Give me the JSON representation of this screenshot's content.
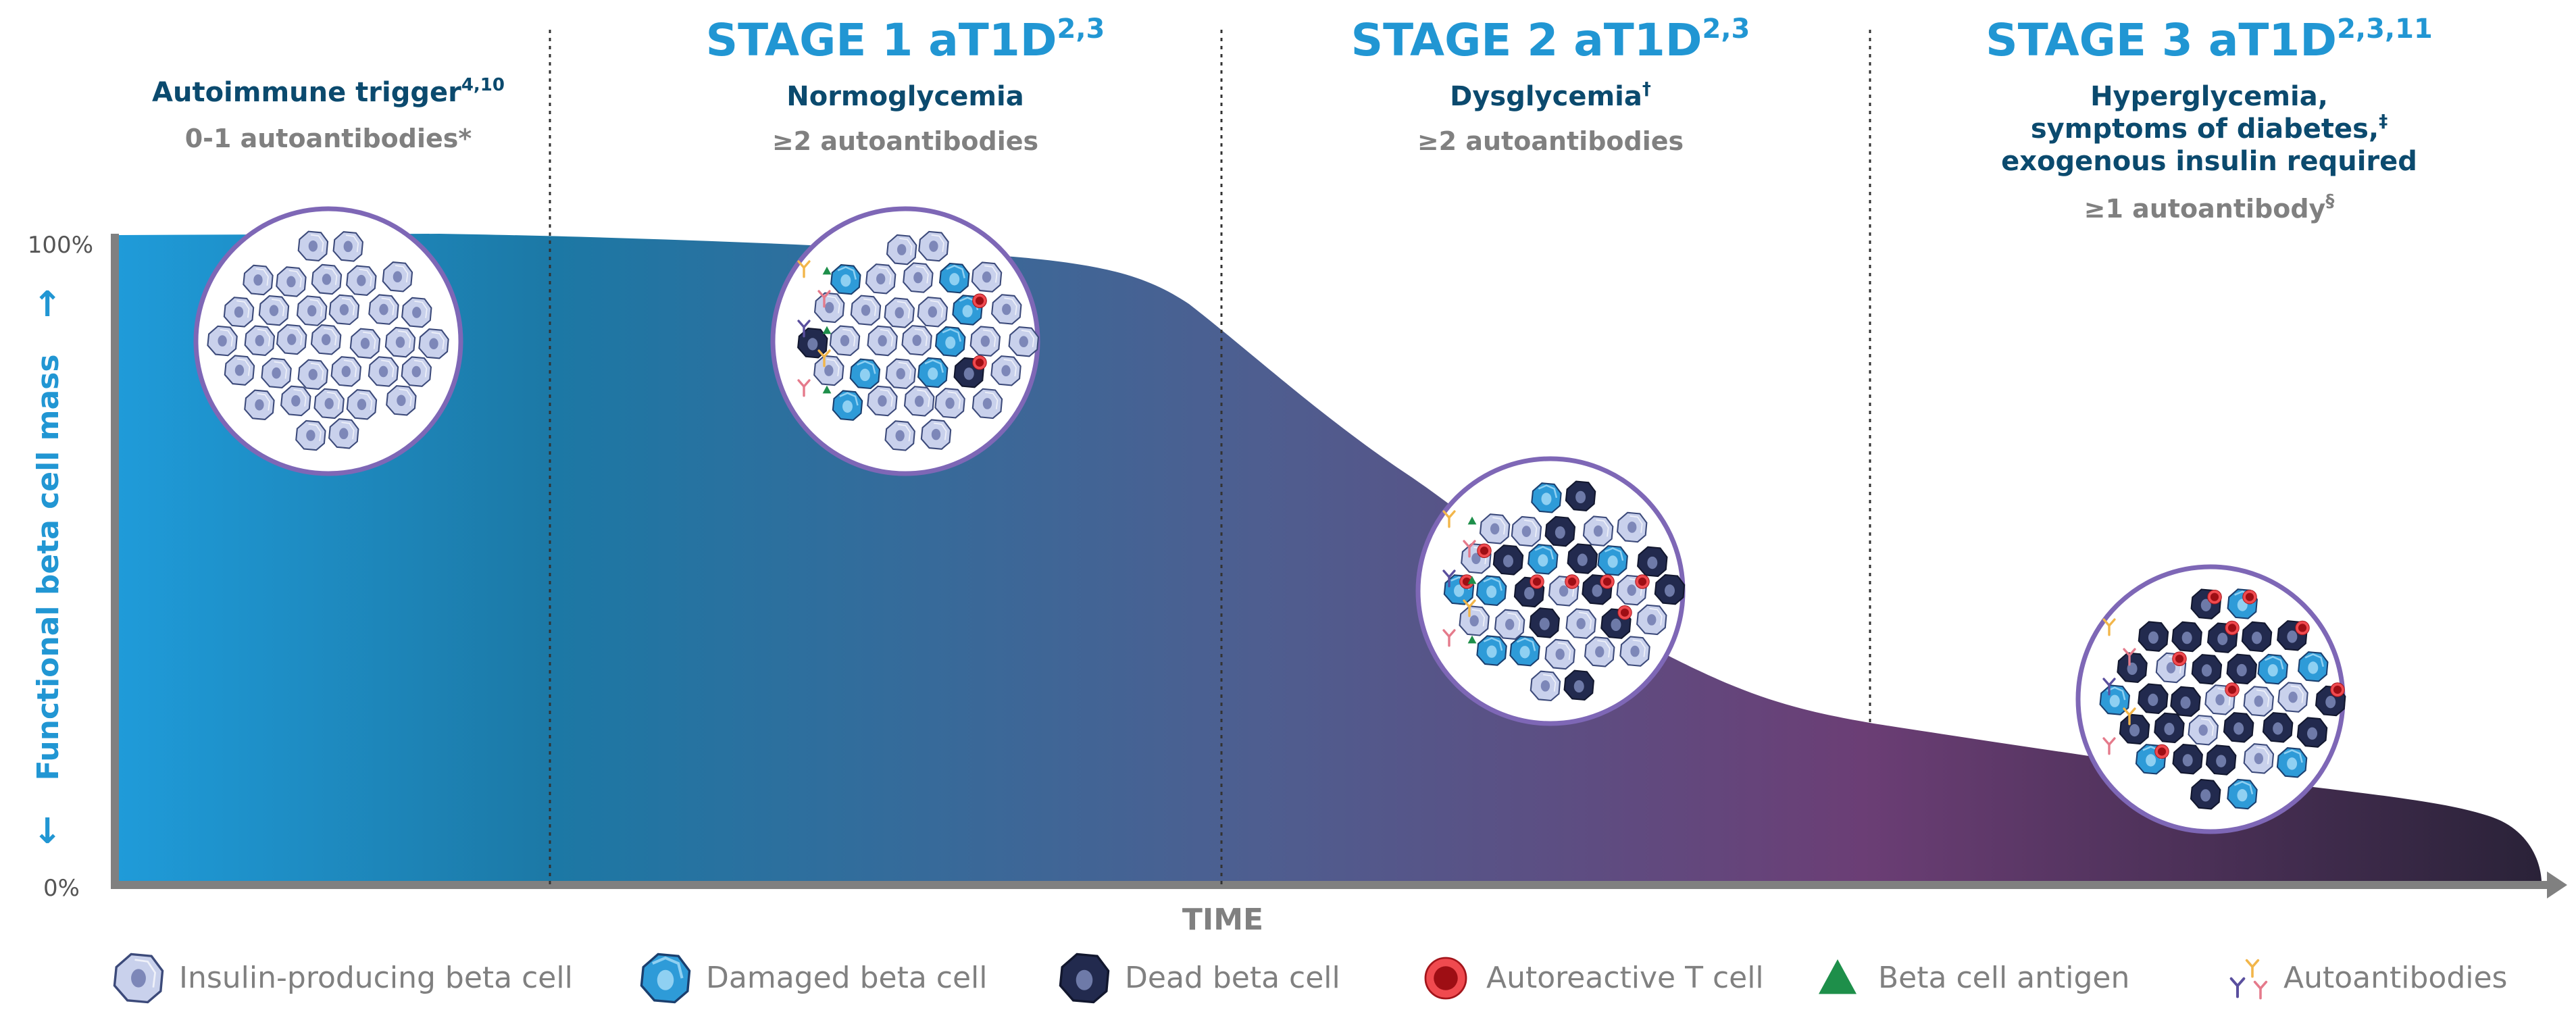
{
  "colors": {
    "stage_title": "#2196D3",
    "dark_text": "#0B4A6E",
    "grey_text": "#808080",
    "arrow_blue": "#2196D3",
    "axis_grey": "#808080",
    "gradient_start": "#1F9BD9",
    "gradient_mid1": "#1C78A5",
    "gradient_mid2": "#6B3E75",
    "gradient_end": "#2A2238",
    "circle_stroke": "#7E67B6",
    "healthy_cell": "#C9D1EC",
    "damaged_cell": "#2E9BD8",
    "dead_cell": "#222A4E",
    "t_cell": "#E0242A",
    "antigen": "#1E8F4A"
  },
  "header": {
    "trigger": {
      "title": "Autoimmune trigger",
      "sup": "4,10",
      "sub": "0-1 autoantibodies*"
    },
    "stage1": {
      "title": "STAGE 1 aT1D",
      "sup": "2,3",
      "line1": "Normoglycemia",
      "sub": "≥2 autoantibodies"
    },
    "stage2": {
      "title": "STAGE 2 aT1D",
      "sup": "2,3",
      "line1": "Dysglycemia",
      "line1_sup": "†",
      "sub": "≥2 autoantibodies"
    },
    "stage3": {
      "title": "STAGE 3 aT1D",
      "sup": "2,3,11",
      "line1": "Hyperglycemia,",
      "line2": "symptoms of diabetes,",
      "line2_sup": "‡",
      "line3": "exogenous insulin required",
      "sub": "≥1 autoantibody",
      "sub_sup": "§"
    }
  },
  "axis": {
    "y_label": "Functional beta cell mass",
    "y_top": "100%",
    "y_bottom": "0%",
    "x_label": "TIME",
    "up_arrow": "↑",
    "down_arrow": "↓"
  },
  "legend": [
    {
      "label": "Insulin-producing beta cell",
      "icon": "healthy-beta-cell-icon"
    },
    {
      "label": "Damaged beta cell",
      "icon": "damaged-beta-cell-icon"
    },
    {
      "label": "Dead beta cell",
      "icon": "dead-beta-cell-icon"
    },
    {
      "label": "Autoreactive T cell",
      "icon": "t-cell-icon"
    },
    {
      "label": "Beta cell antigen",
      "icon": "antigen-icon"
    },
    {
      "label": "Autoantibodies",
      "icon": "autoantibody-icon"
    }
  ]
}
